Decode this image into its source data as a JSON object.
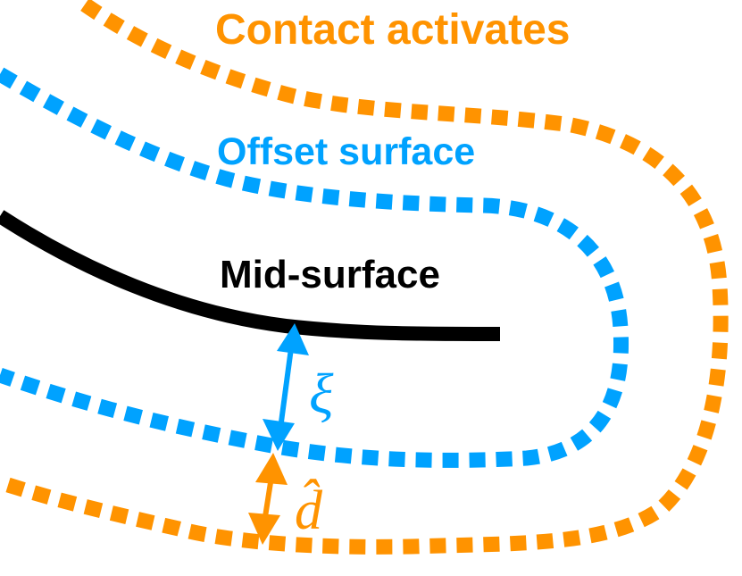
{
  "labels": {
    "contact": "Contact activates",
    "offset": "Offset surface",
    "mid": "Mid-surface",
    "xi": "ξ",
    "d_hat": "d̂"
  },
  "colors": {
    "contact": "#FF9300",
    "offset": "#00A2FF",
    "mid": "#000000"
  }
}
